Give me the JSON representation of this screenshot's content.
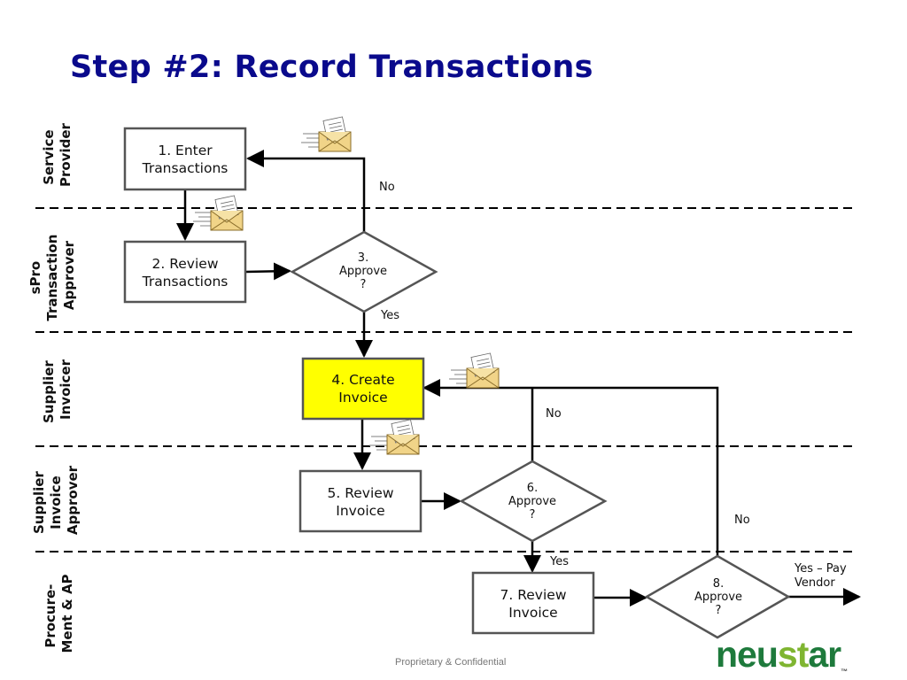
{
  "title": "Step #2:  Record Transactions",
  "lanes": [
    {
      "lines": [
        "Service",
        "Provider"
      ]
    },
    {
      "lines": [
        "sPro",
        "Transaction",
        "Approver"
      ]
    },
    {
      "lines": [
        "Supplier",
        "Invoicer"
      ]
    },
    {
      "lines": [
        "Supplier",
        "Invoice",
        "Approver"
      ]
    },
    {
      "lines": [
        "Procure-",
        "Ment & AP"
      ]
    }
  ],
  "steps": {
    "s1": [
      "1. Enter",
      "Transactions"
    ],
    "s2": [
      "2. Review",
      "Transactions"
    ],
    "s4": [
      "4. Create",
      "Invoice"
    ],
    "s5": [
      "5. Review",
      "Invoice"
    ],
    "s7": [
      "7. Review",
      "Invoice"
    ]
  },
  "decisions": {
    "d3": [
      "3.",
      "Approve",
      "?"
    ],
    "d6": [
      "6.",
      "Approve",
      "?"
    ],
    "d8": [
      "8.",
      "Approve",
      "?"
    ]
  },
  "labels": {
    "no3": "No",
    "yes3": "Yes",
    "no6": "No",
    "yes6": "Yes",
    "no8": "No",
    "yes8": [
      "Yes – Pay",
      "Vendor"
    ]
  },
  "footer": "Proprietary & Confidential",
  "logo": {
    "part1": "neu",
    "part2": "st",
    "part3": "ar",
    "tm": "™"
  },
  "colors": {
    "title": "#0a0a8c",
    "highlight": "#ffff00",
    "logo": "#1e7a3c",
    "logo_accent": "#7fb531"
  }
}
